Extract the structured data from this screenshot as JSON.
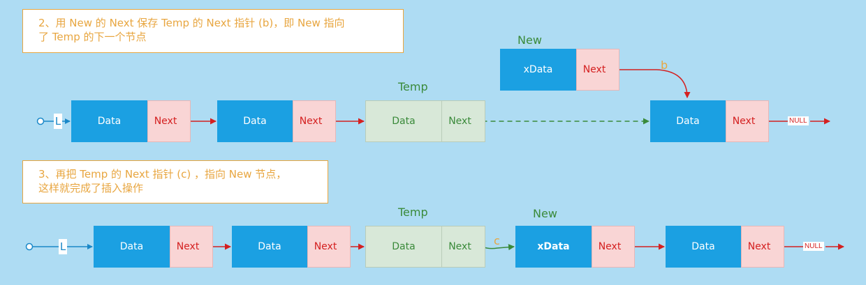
{
  "notes": {
    "step2_line1": "2、用 New 的 Next 保存 Temp 的 Next 指针 (b)，即 New 指向",
    "step2_line2": "了  Temp  的下一个节点",
    "step3_line1": "3、再把 Temp 的 Next 指针 (c) ，指向 New 节点，",
    "step3_line2": "这样就完成了插入操作"
  },
  "titles": {
    "new": "New",
    "temp": "Temp"
  },
  "labels": {
    "head": "L",
    "data": "Data",
    "xdata": "xData",
    "next": "Next",
    "null": "NULL",
    "pointer_b": "b",
    "pointer_c": "c"
  },
  "colors": {
    "background": "#aedcf3",
    "node_blue": "#1ba0e2",
    "next_pink": "#f9d5d5",
    "temp_green": "#d8e8d8",
    "arrow_red": "#d42020",
    "arrow_green": "#3a8a3a",
    "note_border": "#e8a640"
  }
}
